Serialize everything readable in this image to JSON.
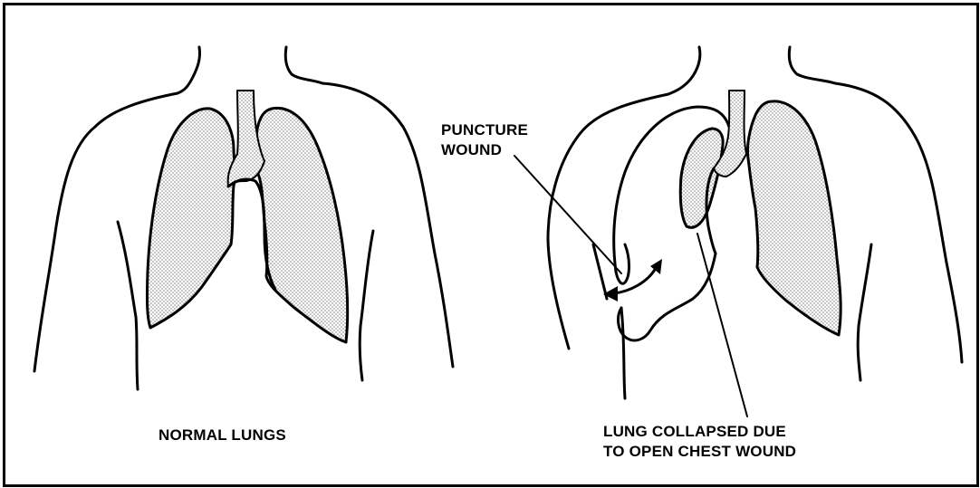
{
  "labels": {
    "normal": "NORMAL LUNGS",
    "puncture_line1": "PUNCTURE",
    "puncture_line2": "WOUND",
    "collapsed_line1": "LUNG COLLAPSED DUE",
    "collapsed_line2": "TO OPEN CHEST WOUND"
  },
  "colors": {
    "ink": "#000000",
    "background": "#ffffff",
    "lung_stipple": "#8c8c8c"
  }
}
